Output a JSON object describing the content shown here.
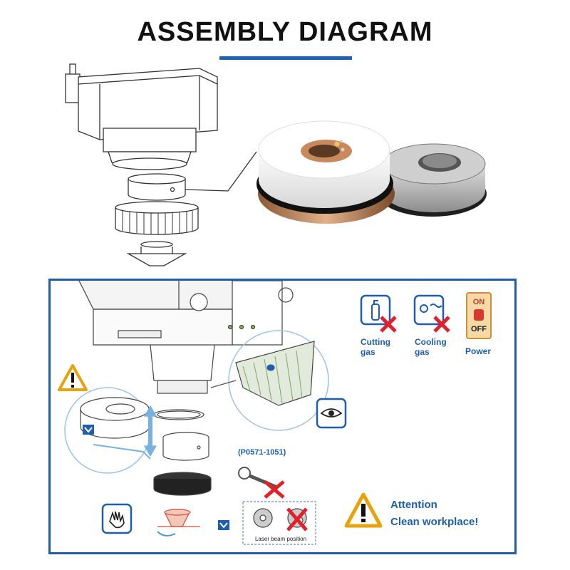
{
  "title": "ASSEMBLY DIAGRAM",
  "colors": {
    "accent": "#1b63b5",
    "warning": "#e8a20b",
    "cross": "#e0212b"
  },
  "icons": {
    "cutting_gas": {
      "label_line1": "Cutting",
      "label_line2": "gas"
    },
    "cooling_gas": {
      "label_line1": "Cooling",
      "label_line2": "gas"
    },
    "power": {
      "label": "Power",
      "switch_on": "ON",
      "switch_off": "OFF"
    }
  },
  "part_number": "(P0571-1051)",
  "attention": {
    "line1": "Attention",
    "line2": "Clean workplace!"
  },
  "laser_beam_caption": "Laser beam position"
}
